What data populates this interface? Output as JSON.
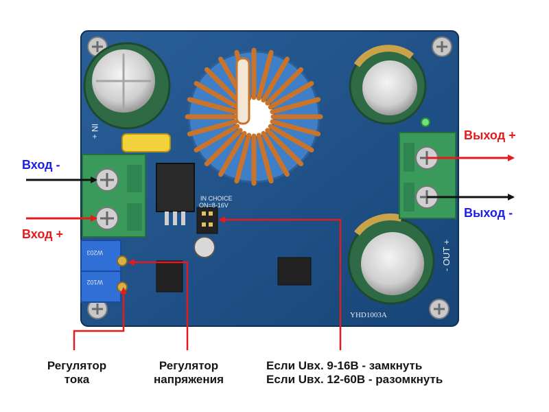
{
  "labels": {
    "input_minus": "Вход -",
    "input_plus": "Вход +",
    "output_plus": "Выход +",
    "output_minus": "Выход -",
    "current_regulator_line1": "Регулятор",
    "current_regulator_line2": "тока",
    "voltage_regulator_line1": "Регулятор",
    "voltage_regulator_line2": "напряжения",
    "jumper_note_line1": "Если Uвх. 9-16В - замкнуть",
    "jumper_note_line2": "Если Uвх. 12-60В - разомкнуть"
  },
  "board_text": {
    "in_choice": "IN CHOICE",
    "on_range": "ON=8-16V",
    "model": "YHD1003A",
    "out_marking": "- OUT +",
    "in_marking": "IN +",
    "pot_current": "W102",
    "pot_voltage": "W203"
  },
  "colors": {
    "board": "#1d4f86",
    "terminal": "#3a9a5c",
    "coil_copper": "#c9742a",
    "toroid": "#3f7fc8",
    "arrow_red": "#e61a1a",
    "arrow_black": "#111111",
    "label_blue": "#1c1ee6"
  }
}
